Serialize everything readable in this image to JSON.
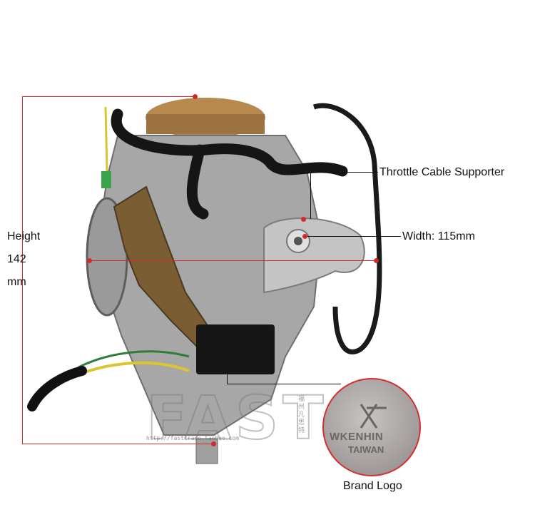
{
  "labels": {
    "height_word": "Height",
    "height_value": "142",
    "height_unit": "mm",
    "throttle": "Throttle Cable Supporter",
    "width": "Width: 115mm",
    "brand_logo": "Brand Logo"
  },
  "watermark": {
    "big": "FAST",
    "url": "http://fasttrade.taobao.com",
    "vertical": "福州凡思特"
  },
  "logo_closeup": {
    "brand_line1": "WKENHIN",
    "brand_line2": "TAIWAN"
  },
  "colors": {
    "annotation_red": "#d42a2a",
    "annotation_black": "#111111",
    "metal": "#a8a8a8",
    "bracket": "#8a6a3a"
  }
}
